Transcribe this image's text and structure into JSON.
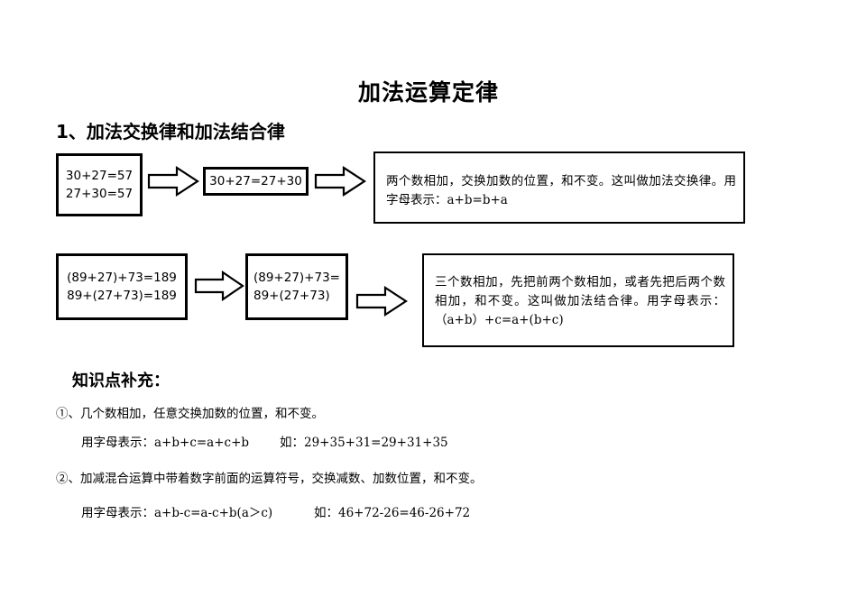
{
  "document": {
    "title": "加法运算定律",
    "section_heading": "1、加法交换律和加法结合律",
    "sub_heading": "知识点补充："
  },
  "flow": {
    "row1": {
      "box1": "30+27=57\n27+30=57",
      "arrow1": "right-block-arrow",
      "box2": "30+27=27+30",
      "arrow2": "right-block-arrow",
      "description": "两个数相加，交换加数的位置，和不变。这叫做加法交换律。用字母表示：a+b=b+a"
    },
    "row2": {
      "box1": "(89+27)+73=189\n89+(27+73)=189",
      "arrow1": "right-block-arrow",
      "box2": "(89+27)+73=\n89+(27+73)",
      "arrow2": "right-block-arrow",
      "description": "三个数相加，先把前两个数相加，或者先把后两个数相加，和不变。这叫做加法结合律。用字母表示：（a+b）+c=a+(b+c)"
    }
  },
  "notes": [
    {
      "rule": "①、几个数相加，任意交换加数的位置，和不变。",
      "formula": "用字母表示：a+b+c=a+c+b",
      "example": "如：29+35+31=29+31+35"
    },
    {
      "rule": "②、加减混合运算中带着数字前面的运算符号，交换减数、加数位置，和不变。",
      "formula": "用字母表示：a+b-c=a-c+b(a＞c)",
      "example": "如：46+72-26=46-26+72"
    }
  ],
  "colors": {
    "ink": "#000000",
    "paper": "#ffffff"
  }
}
